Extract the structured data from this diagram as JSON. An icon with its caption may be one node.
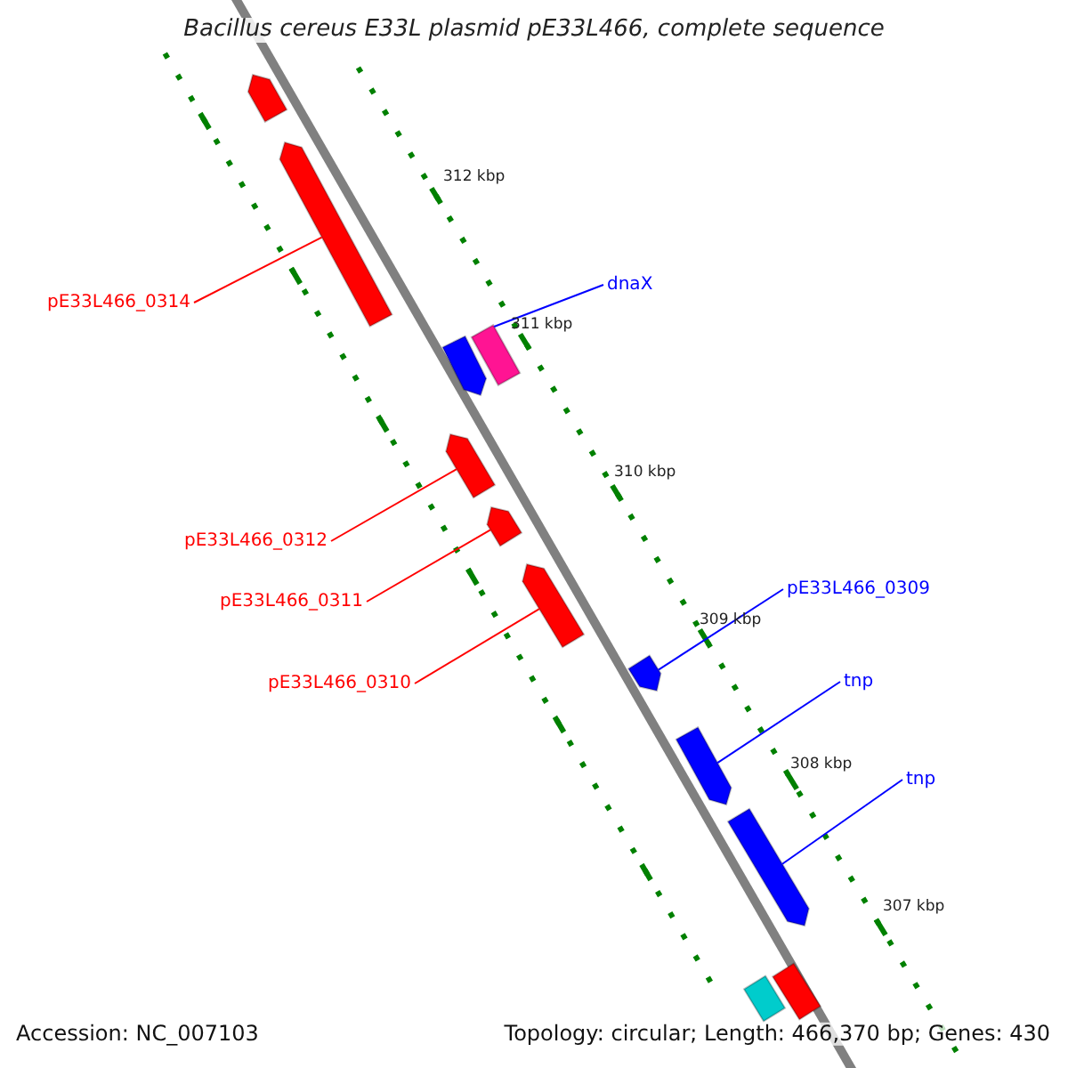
{
  "diagram": {
    "title": "Bacillus cereus E33L plasmid pE33L466, complete sequence",
    "nodes": [
      {
        "text": [
          "dnaX"
        ]
      },
      {
        "text": [
          "pE33L466_0314"
        ]
      },
      {
        "text": [
          "pE33L466_0312"
        ]
      },
      {
        "text": [
          "pE33L466_0309"
        ]
      },
      {
        "text": [
          "pE33L466_0311"
        ]
      },
      {
        "text": [
          "pE33L466_0310"
        ]
      },
      {
        "text": [
          "tnp"
        ]
      },
      {
        "text": [
          "tnp"
        ]
      },
      {
        "text": [],
        "shape": "bar"
      },
      {
        "text": [],
        "shape": "bar"
      },
      {
        "text": [],
        "shape": "bar"
      },
      {
        "text": [],
        "shape": "bar"
      },
      {
        "text": [],
        "shape": "bar"
      },
      {
        "text": [],
        "shape": "bar"
      },
      {
        "text": [],
        "shape": "bar"
      },
      {
        "text": [],
        "shape": "bar"
      },
      {
        "text": [],
        "shape": "bar"
      },
      {
        "text": [],
        "shape": "bar"
      },
      {
        "text": [],
        "shape": "bar"
      },
      {
        "text": [],
        "shape": "bar"
      }
    ],
    "edges": [
      {
        "from": 0,
        "to": 10,
        "arrow": "none",
        "color": "#0000ff"
      },
      {
        "from": 1,
        "to": 9,
        "arrow": "none",
        "color": "#ff0000"
      },
      {
        "from": 2,
        "to": 12,
        "arrow": "none",
        "color": "#ff0000"
      },
      {
        "from": 3,
        "to": 15,
        "arrow": "none",
        "color": "#0000ff"
      },
      {
        "from": 4,
        "to": 13,
        "arrow": "none",
        "color": "#ff0000"
      },
      {
        "from": 5,
        "to": 14,
        "arrow": "none",
        "color": "#ff0000"
      },
      {
        "from": 6,
        "to": 16,
        "arrow": "none",
        "color": "#0000ff"
      },
      {
        "from": 7,
        "to": 17,
        "arrow": "none",
        "color": "#0000ff"
      }
    ],
    "labels": [
      "312 kbp",
      "311 kbp",
      "310 kbp",
      "309 kbp",
      "308 kbp",
      "307 kbp",
      "Accession: NC_007103",
      "Topology: circular; Length: 466,370 bp; Genes: 430"
    ]
  }
}
